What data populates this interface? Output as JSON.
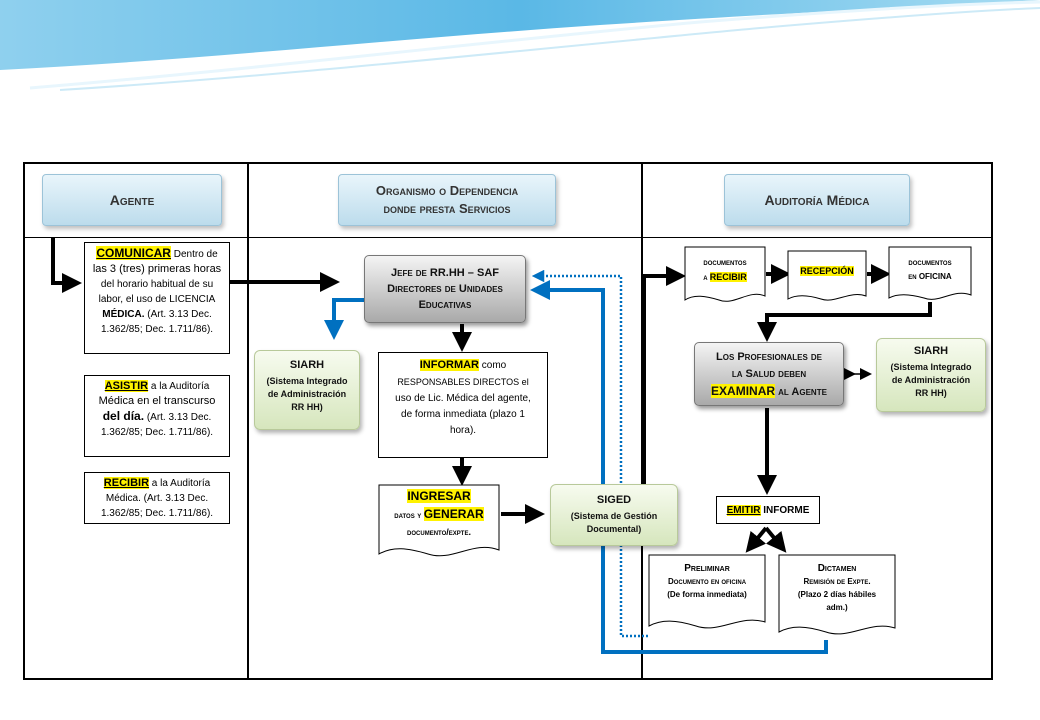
{
  "columns": {
    "agente": "Agente",
    "organismo_line1": "Organismo o Dependencia",
    "organismo_line2": "donde presta Servicios",
    "auditoria": "Auditoría Médica"
  },
  "agente": {
    "comunicar": {
      "keyword": "COMUNICAR",
      "text1": " Dentro de",
      "text2": "las 3 (tres) primeras horas",
      "text3": "del horario habitual de su",
      "text4": "labor, el uso de LICENCIA",
      "text5": "MÉDICA.",
      "text6": " (Art. 3.13 Dec.",
      "text7": "1.362/85; Dec. 1.711/86)."
    },
    "asistir": {
      "keyword": "ASISTIR",
      "text1": " a la Auditoría",
      "text2": "Médica en el transcurso",
      "text3": "del día.",
      "text4": " (Art. 3.13 Dec.",
      "text5": "1.362/85; Dec. 1.711/86)."
    },
    "recibir": {
      "keyword": "RECIBIR",
      "text1": " a la Auditoría",
      "text2": "Médica.  (Art. 3.13 Dec.",
      "text3": "1.362/85; Dec. 1.711/86)."
    }
  },
  "organismo": {
    "jefe_line1": "Jefe de RR.HH – SAF",
    "jefe_line2": "Directores de Unidades",
    "jefe_line3": "Educativas",
    "siarh_title": "SIARH",
    "siarh_line1": "(Sistema Integrado",
    "siarh_line2": "de Administración",
    "siarh_line3": "RR HH)",
    "informar": {
      "keyword": "INFORMAR",
      "text1": " como",
      "text2": "RESPONSABLES DIRECTOS  el",
      "text3": "uso de Lic. Médica del agente,",
      "text4": "de forma inmediata (plazo 1",
      "text5": "hora)."
    },
    "ingresar": {
      "keyword1": "INGRESAR",
      "text1": "datos y ",
      "keyword2": "GENERAR",
      "text2": "documento/expte."
    },
    "siged_title": "SIGED",
    "siged_line1": "(Sistema de Gestión",
    "siged_line2": "Documental)"
  },
  "auditoria": {
    "doc_recibir_line1": "documentos",
    "doc_recibir_pre": "a ",
    "doc_recibir_kw": "RECIBIR",
    "recepcion": "RECEPCIÓN",
    "doc_oficina_line1": "documentos",
    "doc_oficina_line2": "en OFICINA",
    "profesionales_line1": "Los Profesionales de",
    "profesionales_line2": "la Salud deben",
    "profesionales_kw": "EXAMINAR",
    "profesionales_line3": " al Agente",
    "siarh_title": "SIARH",
    "siarh_line1": "(Sistema Integrado",
    "siarh_line2": "de Administración",
    "siarh_line3": "RR HH)",
    "emitir_kw": "EMITIR",
    "emitir_text": " INFORME",
    "preliminar_title": "Preliminar",
    "preliminar_line1": "Documento en oficina",
    "preliminar_line2": "(De forma inmediata)",
    "dictamen_title": "Dictamen",
    "dictamen_line1": "Remisión de Expte.",
    "dictamen_line2": "(Plazo 2 días hábiles",
    "dictamen_line3": "adm.)"
  },
  "colors": {
    "highlight": "#fff200",
    "blue_arrow": "#0070c0",
    "header_bg": "#bcdcec",
    "green_box": "#d6e6bd",
    "gray_box": "#a9a9a9"
  }
}
